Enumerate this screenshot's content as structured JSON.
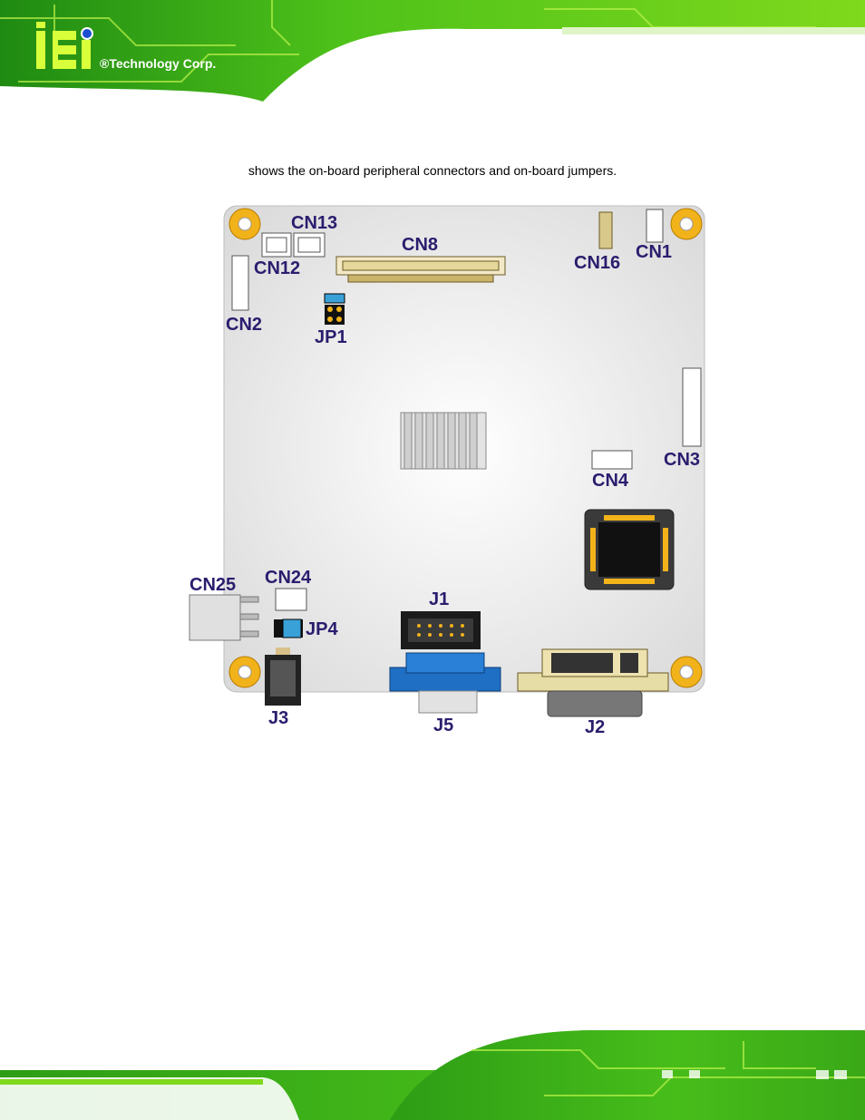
{
  "header": {
    "logo_letters": "iEi",
    "logo_text": "®Technology Corp."
  },
  "caption": "shows the on-board peripheral connectors and on-board jumpers.",
  "board_labels": {
    "cn13": "CN13",
    "cn12": "CN12",
    "cn8": "CN8",
    "cn16": "CN16",
    "cn1": "CN1",
    "cn2": "CN2",
    "jp1": "JP1",
    "cn3": "CN3",
    "cn4": "CN4",
    "cn25": "CN25",
    "cn24": "CN24",
    "jp4": "JP4",
    "j1": "J1",
    "j3": "J3",
    "j5": "J5",
    "j2": "J2"
  },
  "colors": {
    "pcb_green": "#3fb51b",
    "pcb_bright": "#8ee31c",
    "board": "#ececec",
    "label": "#2a1d6e",
    "vga_blue": "#1f6fc4",
    "mount_gold": "#f2b21a"
  }
}
